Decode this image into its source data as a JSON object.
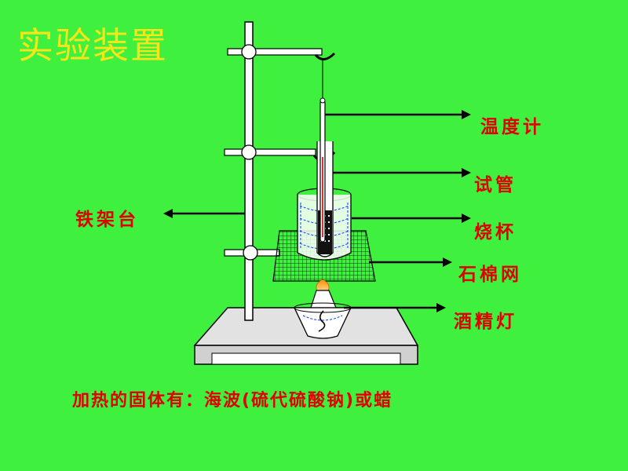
{
  "title": "实验装置",
  "labels": {
    "thermometer": "温度计",
    "test_tube": "试管",
    "stand": "铁架台",
    "beaker": "烧杯",
    "gauze": "石棉网",
    "lamp": "酒精灯"
  },
  "caption": "加热的固体有：海波(硫代硫酸钠)或蜡",
  "colors": {
    "background": "#3ff03f",
    "title": "#f5e61a",
    "label": "#e00000",
    "arrow": "#000000"
  }
}
